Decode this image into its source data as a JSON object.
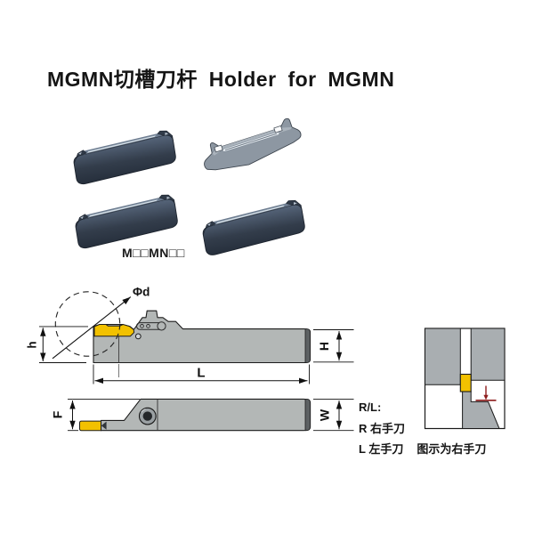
{
  "page": {
    "title": "MGMN切槽刀杆 Holder for MGMN"
  },
  "product": {
    "code": "M□□MN□□"
  },
  "drawings": {
    "side_view": {
      "dim_diameter": "Φd",
      "dim_edge_height": "h",
      "dim_holder_height": "H",
      "dim_length": "L"
    },
    "top_view": {
      "dim_head_width": "F",
      "dim_shank_width": "W"
    },
    "colors": {
      "insert_yellow": "#F2C100",
      "body_gray": "#b3b7b6",
      "detail_gray": "#a9aeb1",
      "marker_red": "#8e1d1d",
      "line_black": "#151515"
    }
  },
  "notes": {
    "rl": "R/L:",
    "right": "R 右手刀",
    "left": "L 左手刀",
    "shown": "图示为右手刀"
  }
}
